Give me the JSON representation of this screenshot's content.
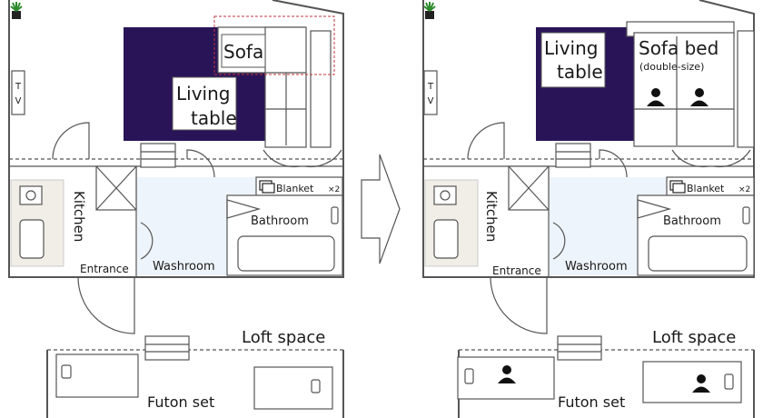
{
  "labels": {
    "sofa": "Sofa",
    "living_left": "Living",
    "table_left": "table",
    "living_right": "Living",
    "table_right": "table",
    "sofa_bed": "Sofa bed",
    "sofa_bed_note": "(double-size)",
    "tv": "T\nV",
    "kitchen": "Kitchen",
    "entrance": "Entrance",
    "washroom": "Washroom",
    "bathroom": "Bathroom",
    "blanket": "Blanket",
    "blanket_count": "×2",
    "loft": "Loft space",
    "futon": "Futon set"
  },
  "colors": {
    "rug": "#2a1458",
    "bath_floor": "#eef4fb",
    "kitchen_counter": "#f1ede7",
    "plant": "#2e8b2e",
    "sofa_highlight": "#c0353f"
  },
  "icons": [
    "plant-icon",
    "blanket-icon",
    "person-icon",
    "arrow-icon"
  ]
}
